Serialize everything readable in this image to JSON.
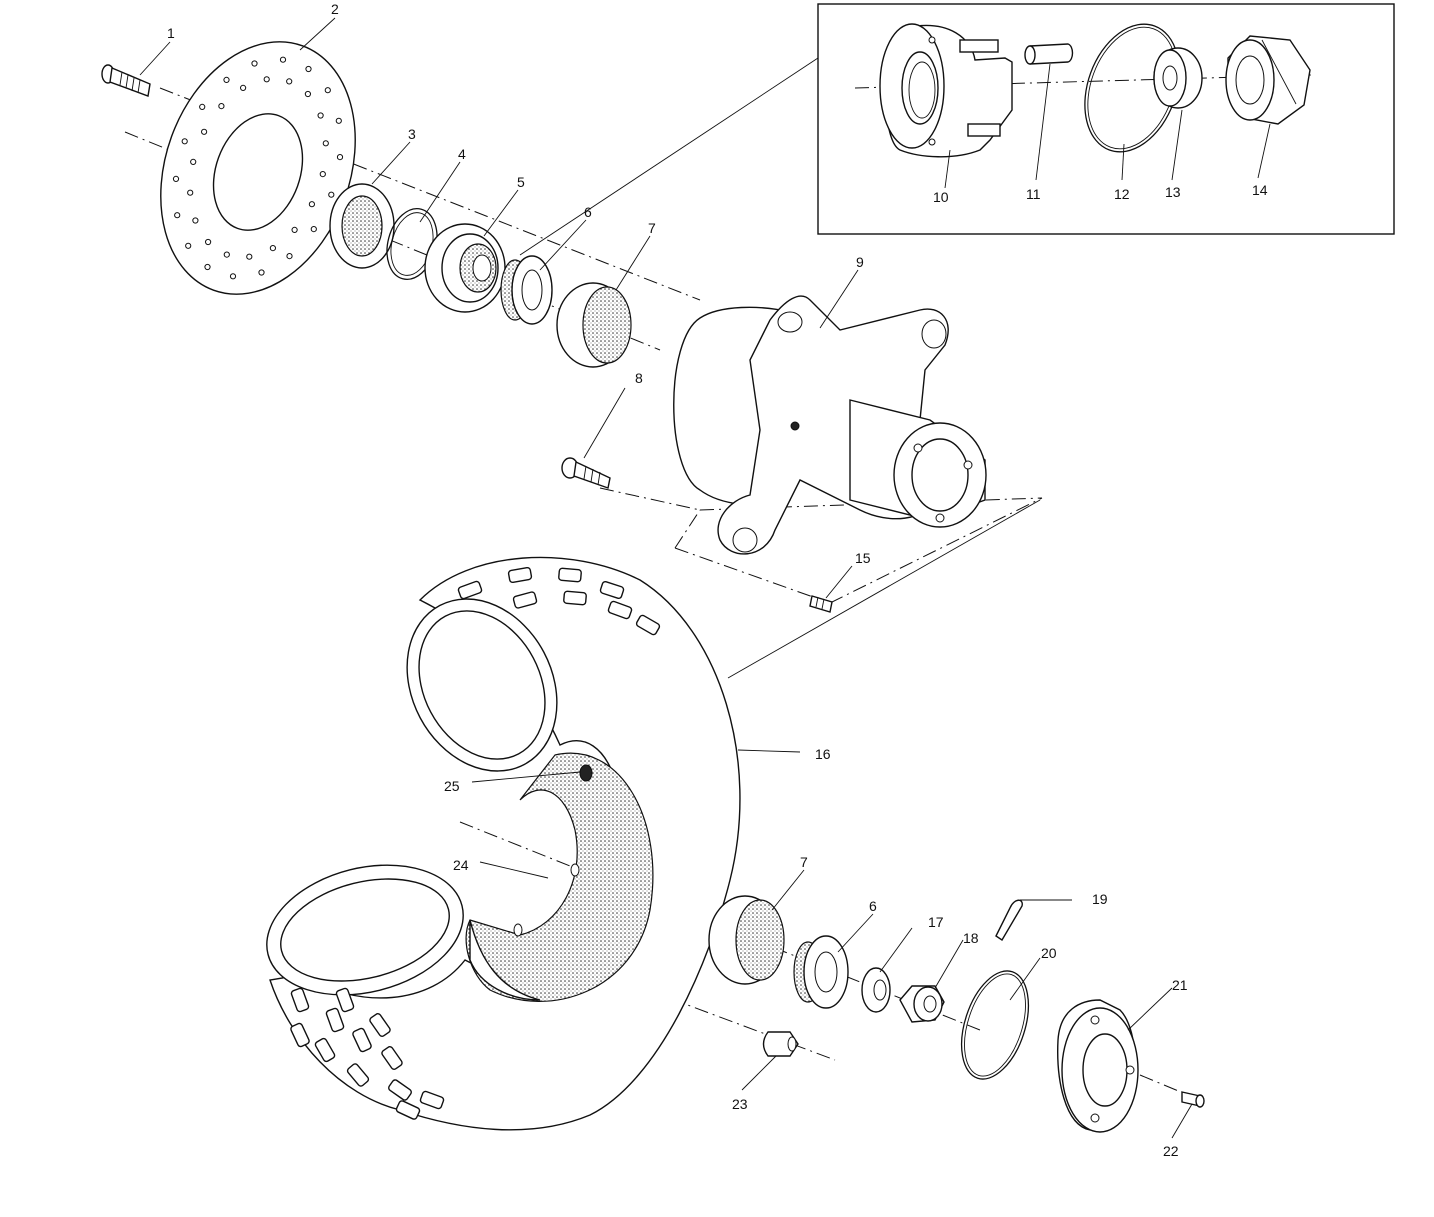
{
  "diagram": {
    "callouts": [
      {
        "id": "1",
        "label": "1"
      },
      {
        "id": "2",
        "label": "2"
      },
      {
        "id": "3",
        "label": "3"
      },
      {
        "id": "4",
        "label": "4"
      },
      {
        "id": "5",
        "label": "5"
      },
      {
        "id": "6a",
        "label": "6"
      },
      {
        "id": "7a",
        "label": "7"
      },
      {
        "id": "8",
        "label": "8"
      },
      {
        "id": "9",
        "label": "9"
      },
      {
        "id": "10",
        "label": "10"
      },
      {
        "id": "11",
        "label": "11"
      },
      {
        "id": "12",
        "label": "12"
      },
      {
        "id": "13",
        "label": "13"
      },
      {
        "id": "14",
        "label": "14"
      },
      {
        "id": "15",
        "label": "15"
      },
      {
        "id": "16",
        "label": "16"
      },
      {
        "id": "25",
        "label": "25"
      },
      {
        "id": "24",
        "label": "24"
      },
      {
        "id": "7b",
        "label": "7"
      },
      {
        "id": "6b",
        "label": "6"
      },
      {
        "id": "17",
        "label": "17"
      },
      {
        "id": "18",
        "label": "18"
      },
      {
        "id": "19",
        "label": "19"
      },
      {
        "id": "20",
        "label": "20"
      },
      {
        "id": "21",
        "label": "21"
      },
      {
        "id": "22",
        "label": "22"
      },
      {
        "id": "23",
        "label": "23"
      }
    ]
  }
}
